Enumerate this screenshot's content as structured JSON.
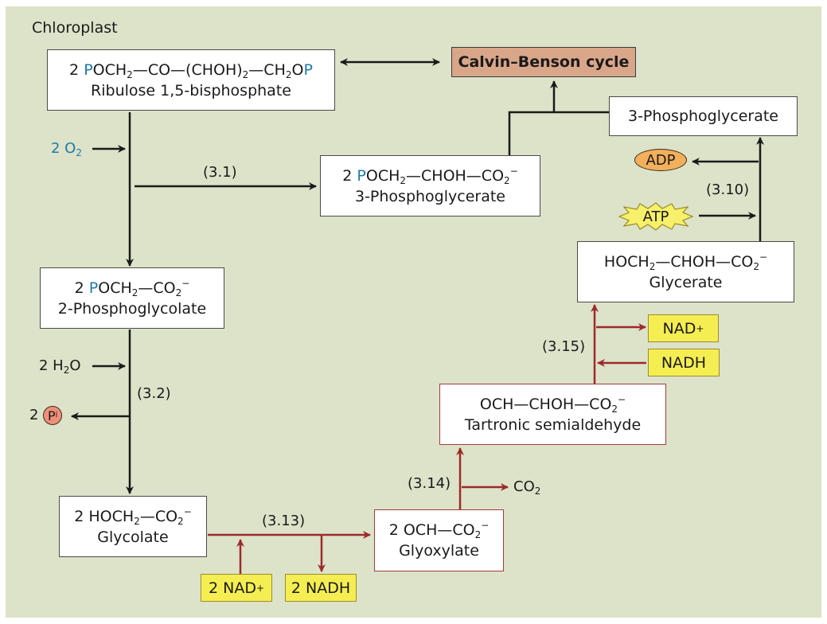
{
  "panel": {
    "title": "Chloroplast",
    "background_color": "#dce3c9"
  },
  "colors": {
    "phosphate_blue": "#1f7aa8",
    "red_path": "#9e2a2a",
    "black_path": "#1a1a1a",
    "calvin_fill": "#d9a68a",
    "cofactor_fill": "#f5ee52",
    "adp_fill": "#f3b05c",
    "pi_fill": "#f0907a"
  },
  "nodes": {
    "rubp": {
      "formula_parts": {
        "coef": "2 ",
        "p1": "P",
        "f1": "OCH",
        "s1": "2",
        "f2": "—CO—(CHOH)",
        "s2": "2",
        "f3": "—CH",
        "s3": "2",
        "f4": "O",
        "p2": "P"
      },
      "name": "Ribulose 1,5-bisphosphate"
    },
    "calvin": {
      "label": "Calvin–Benson cycle"
    },
    "pga_middle": {
      "formula_parts": {
        "coef": "2 ",
        "p": "P",
        "f1": "OCH",
        "s1": "2",
        "f2": "—CHOH—CO",
        "s2": "2",
        "sup": "−"
      },
      "name": "3-Phosphoglycerate"
    },
    "pga_right": {
      "name": "3-Phosphoglycerate"
    },
    "phosphoglycolate": {
      "formula_parts": {
        "coef": "2 ",
        "p": "P",
        "f1": "OCH",
        "s1": "2",
        "f2": "—CO",
        "s2": "2",
        "sup": "−"
      },
      "name": "2-Phosphoglycolate"
    },
    "glycolate": {
      "formula_parts": {
        "f1": "2 HOCH",
        "s1": "2",
        "f2": "—CO",
        "s2": "2",
        "sup": "−"
      },
      "name": "Glycolate"
    },
    "glyoxylate": {
      "formula_parts": {
        "f1": "2 OCH—CO",
        "s1": "2",
        "sup": "−"
      },
      "name": "Glyoxylate"
    },
    "tartronic": {
      "formula_parts": {
        "f1": "OCH—CHOH—CO",
        "s1": "2",
        "sup": "−"
      },
      "name": "Tartronic semialdehyde"
    },
    "glycerate": {
      "formula_parts": {
        "f1": "HOCH",
        "s1": "2",
        "f2": "—CHOH—CO",
        "s2": "2",
        "sup": "−"
      },
      "name": "Glycerate"
    }
  },
  "inputs": {
    "o2": {
      "coef": "2 O",
      "sub": "2"
    },
    "h2o": {
      "coef": "2 H",
      "sub": "2",
      "tail": "O"
    },
    "pi": {
      "coef": "2",
      "p": "P",
      "sub": "i"
    },
    "co2": {
      "main": "CO",
      "sub": "2"
    },
    "adp": "ADP",
    "atp": "ATP"
  },
  "cofactors": {
    "nad_plus_313": {
      "main": "2 NAD",
      "sup": "+"
    },
    "nadh_313": "2 NADH",
    "nad_plus_315": {
      "main": "NAD",
      "sup": "+"
    },
    "nadh_315": "NADH"
  },
  "reactions": {
    "r31": "(3.1)",
    "r32": "(3.2)",
    "r310": "(3.10)",
    "r313": "(3.13)",
    "r314": "(3.14)",
    "r315": "(3.15)"
  }
}
